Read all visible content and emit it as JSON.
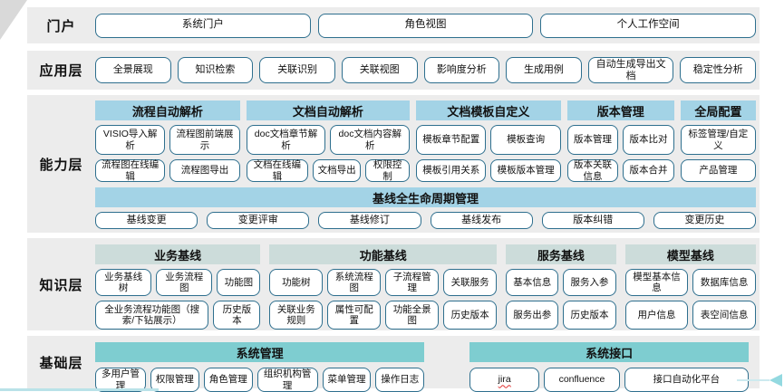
{
  "diagram": {
    "colors": {
      "band_background": "#ececec",
      "capability_header_background": "#a3d3e6",
      "knowledge_header_background": "#ccdcda",
      "foundation_header_background": "#7ecdd0",
      "node_border": "#2e6f8e",
      "accent_line": "#b9e2e8"
    },
    "layers": [
      {
        "label": "门户",
        "buttons": [
          "系统门户",
          "角色视图",
          "个人工作空间"
        ]
      },
      {
        "label": "应用层",
        "buttons": [
          "全景展现",
          "知识检索",
          "关联识别",
          "关联视图",
          "影响度分析",
          "生成用例",
          "自动生成导出文档",
          "稳定性分析"
        ]
      },
      {
        "label": "能力层",
        "groups": [
          {
            "title": "流程自动解析",
            "rows": [
              [
                "VISIO导入解析",
                "流程图前端展示"
              ],
              [
                "流程图在线编辑",
                "流程图导出"
              ]
            ]
          },
          {
            "title": "文档自动解析",
            "rows": [
              [
                "doc文档章节解析",
                "doc文档内容解析"
              ],
              [
                "文档在线编辑",
                "文档导出",
                "权限控制"
              ]
            ]
          },
          {
            "title": "文档模板自定义",
            "rows": [
              [
                "模板章节配置",
                "模板查询"
              ],
              [
                "模板引用关系",
                "模板版本管理"
              ]
            ]
          },
          {
            "title": "版本管理",
            "rows": [
              [
                "版本管理",
                "版本比对"
              ],
              [
                "版本关联信息",
                "版本合并"
              ]
            ]
          },
          {
            "title": "全局配置",
            "rows": [
              [
                "标签管理/自定义"
              ],
              [
                "产品管理"
              ]
            ]
          }
        ],
        "baseline": {
          "title": "基线全生命周期管理",
          "buttons": [
            "基线变更",
            "变更评审",
            "基线修订",
            "基线发布",
            "版本纠错",
            "变更历史"
          ]
        }
      },
      {
        "label": "知识层",
        "groups": [
          {
            "title": "业务基线",
            "rows": [
              [
                "业务基线树",
                "业务流程图",
                "功能图"
              ],
              [
                "全业务流程功能图（搜索/下钻展示）",
                "历史版本"
              ]
            ]
          },
          {
            "title": "功能基线",
            "rows": [
              [
                "功能树",
                "系统流程图",
                "子流程管理",
                "关联服务"
              ],
              [
                "关联业务规则",
                "属性可配置",
                "功能全景图",
                "历史版本"
              ]
            ]
          },
          {
            "title": "服务基线",
            "rows": [
              [
                "基本信息",
                "服务入参"
              ],
              [
                "服务出参",
                "历史版本"
              ]
            ]
          },
          {
            "title": "模型基线",
            "rows": [
              [
                "模型基本信息",
                "数据库信息"
              ],
              [
                "用户信息",
                "表空间信息"
              ]
            ]
          }
        ]
      },
      {
        "label": "基础层",
        "groups": [
          {
            "title": "系统管理",
            "buttons": [
              "多用户管理",
              "权限管理",
              "角色管理",
              "组织机构管理",
              "菜单管理",
              "操作日志"
            ]
          },
          {
            "title": "系统接口",
            "buttons": [
              "jira",
              "confluence",
              "接口自动化平台"
            ]
          }
        ]
      }
    ]
  }
}
